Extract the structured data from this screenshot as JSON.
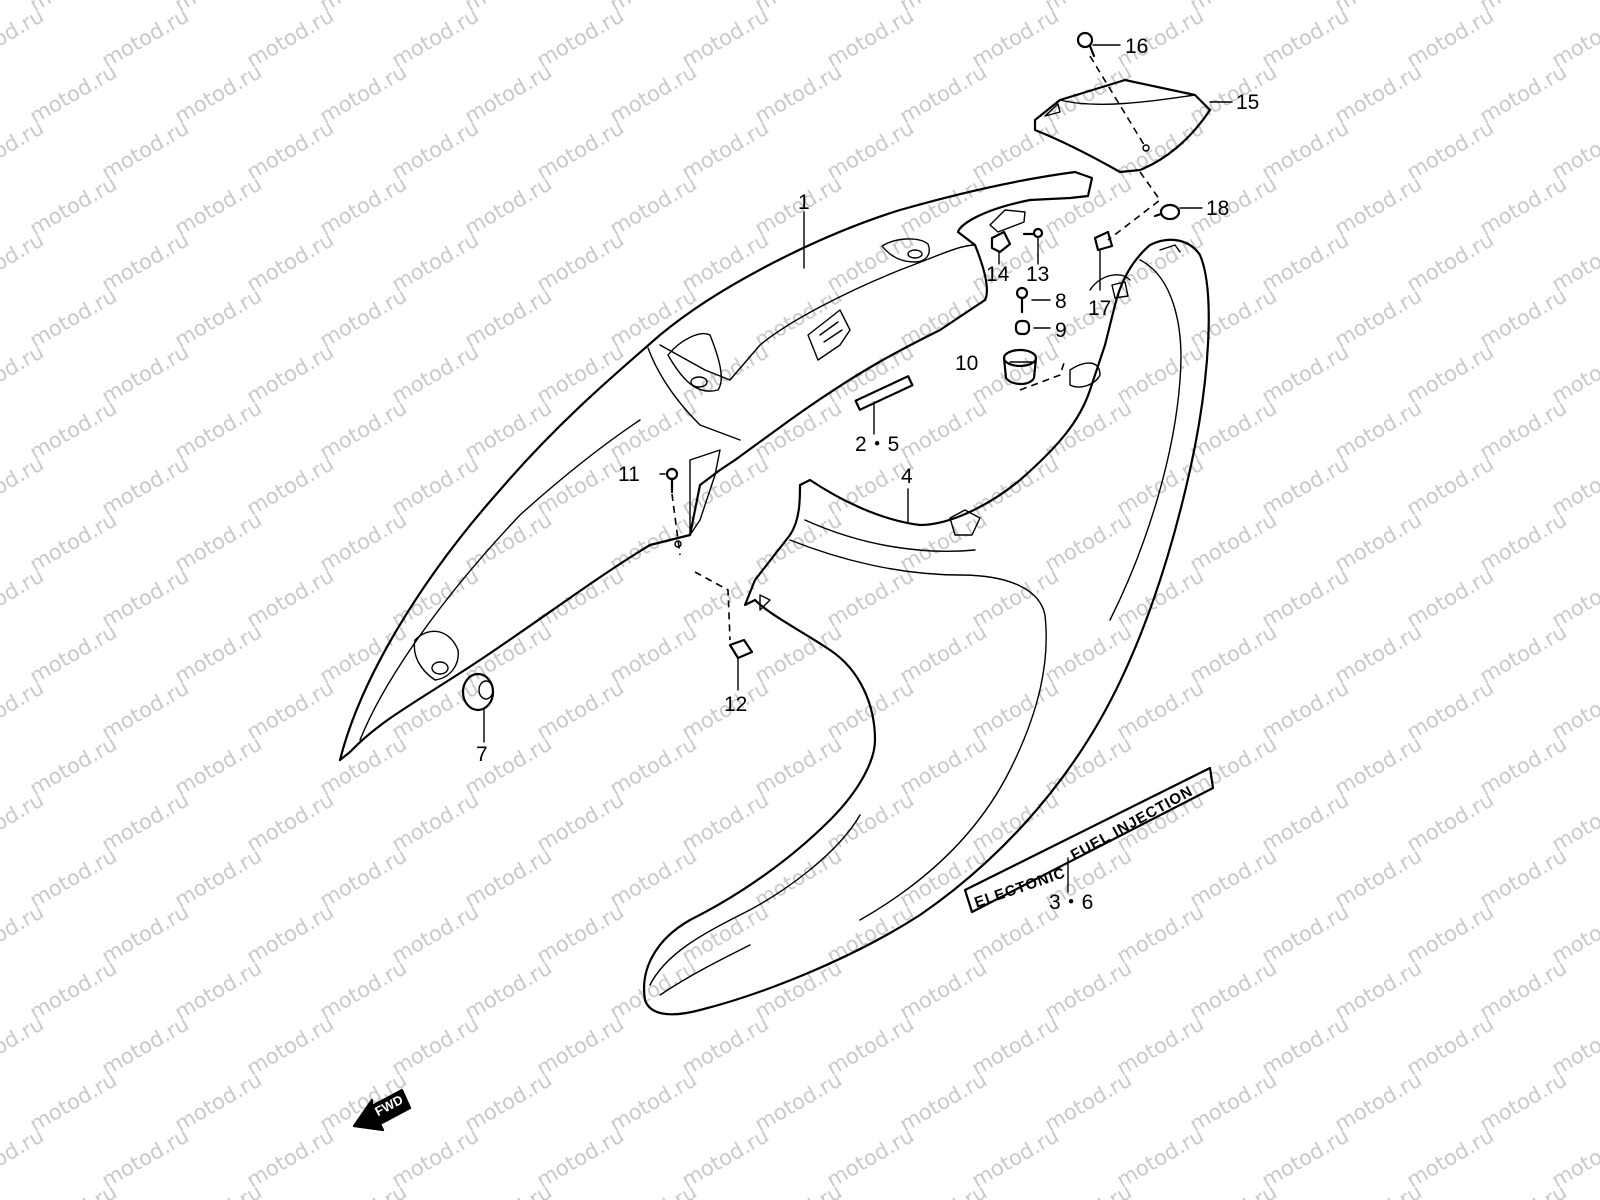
{
  "watermark": {
    "text": "motod.ru"
  },
  "callouts": [
    {
      "id": "1",
      "text": "1"
    },
    {
      "id": "2-5",
      "text": "2・5"
    },
    {
      "id": "3-6",
      "text": "3・6"
    },
    {
      "id": "4",
      "text": "4"
    },
    {
      "id": "7",
      "text": "7"
    },
    {
      "id": "8",
      "text": "8"
    },
    {
      "id": "9",
      "text": "9"
    },
    {
      "id": "10",
      "text": "10"
    },
    {
      "id": "11",
      "text": "11"
    },
    {
      "id": "12",
      "text": "12"
    },
    {
      "id": "13",
      "text": "13"
    },
    {
      "id": "14",
      "text": "14"
    },
    {
      "id": "15",
      "text": "15"
    },
    {
      "id": "16",
      "text": "16"
    },
    {
      "id": "17",
      "text": "17"
    },
    {
      "id": "18",
      "text": "18"
    }
  ],
  "decal": {
    "line1": "ELECTONIC",
    "line2": "FUEL INJECTION"
  },
  "fwd": {
    "text": "FWD"
  }
}
